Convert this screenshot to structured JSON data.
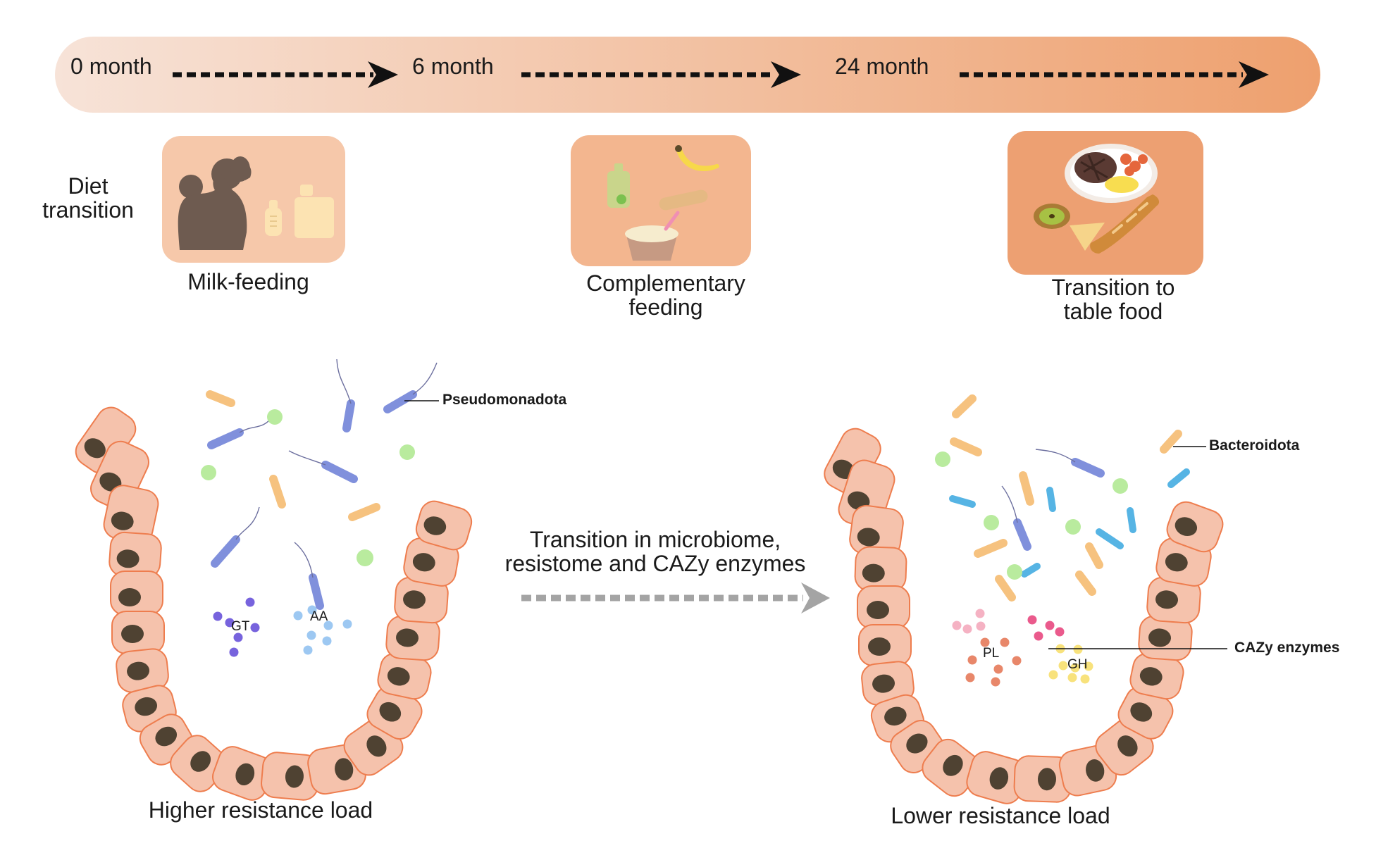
{
  "timeline": {
    "months": [
      "0 month",
      "6 month",
      "24 month"
    ],
    "gradient_start": "#f7e3d8",
    "gradient_end": "#eea06e"
  },
  "diet": {
    "heading_line1": "Diet",
    "heading_line2": "transition",
    "stages": [
      {
        "label_line1": "Milk-feeding",
        "label_line2": "",
        "box_color": "#f6c8aa",
        "icon": "mother-baby-bottle-icon"
      },
      {
        "label_line1": "Complementary",
        "label_line2": "feeding",
        "box_color": "#f3b68f",
        "icon": "baby-food-banana-icon"
      },
      {
        "label_line1": "Transition to",
        "label_line2": "table food",
        "box_color": "#eda072",
        "icon": "plate-steak-bread-icon"
      }
    ]
  },
  "transition": {
    "line1": "Transition in microbiome,",
    "line2": "resistome and CAZy enzymes"
  },
  "left_gut": {
    "caption": "Higher resistance load",
    "callout": "Pseudomonadota",
    "enzymes": [
      "GT",
      "AA"
    ]
  },
  "right_gut": {
    "caption": "Lower resistance load",
    "callouts": [
      "Bacteroidota",
      "CAZy enzymes"
    ],
    "enzymes": [
      "PL",
      "GH"
    ]
  },
  "colors": {
    "cell_fill": "#f5c2ac",
    "cell_stroke": "#ee7d4e",
    "nucleus": "#4f4232",
    "pseudomonadota": "#8090dc",
    "bacteroidota": "#f6c27f",
    "blue_rod": "#56b4e4",
    "green_cocci": "#b9eb9e",
    "gt_dots": "#7763dd",
    "aa_dots": "#9dc8f2",
    "pl_dots": "#e8876a",
    "pl_pink": "#f5b2c3",
    "pl_magenta": "#ea5a8c",
    "gh_dots": "#f8e27c"
  }
}
